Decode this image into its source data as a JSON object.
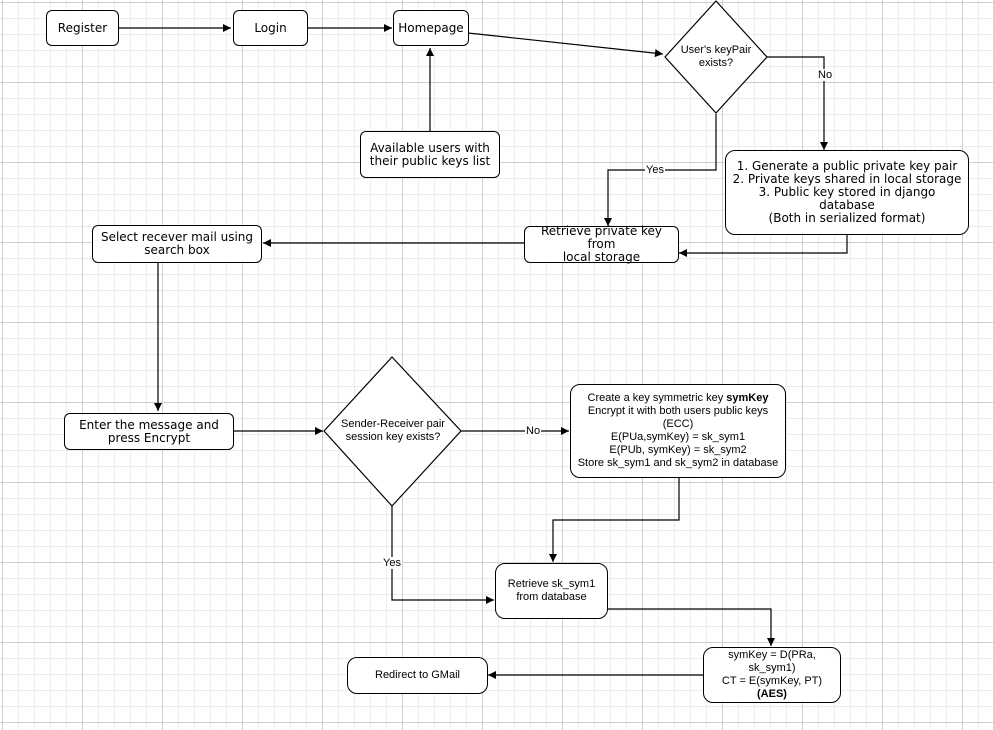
{
  "nodes": {
    "register": "Register",
    "login": "Login",
    "homepage": "Homepage",
    "available_users": [
      "Available users with",
      "their public keys list"
    ],
    "keypair_decision": [
      "User's keyPair",
      "exists?"
    ],
    "generate": [
      "1. Generate a public private key pair",
      "2. Private keys shared in local storage",
      "3. Public key stored in django database",
      "(Both in serialized format)"
    ],
    "retrieve_private": [
      "Retrieve private key from",
      "local storage"
    ],
    "select_receiver": [
      "Select recever mail using",
      "search box"
    ],
    "enter_message": [
      "Enter the message and",
      "press Encrypt"
    ],
    "session_decision": [
      "Sender-Receiver pair",
      "session key exists?"
    ],
    "create_key": {
      "line1_prefix": "Create a key symmetric key ",
      "line1_bold": "symKey",
      "line2": "Encrypt it with both users public keys",
      "line3": "(ECC)",
      "line4": "E(PUa,symKey) = sk_sym1",
      "line5": "E(PUb, symKey) = sk_sym2",
      "line6": "Store sk_sym1 and sk_sym2 in database"
    },
    "retrieve_sym": [
      "Retrieve sk_sym1",
      "from database"
    ],
    "decrypt": {
      "line1": "symKey = D(PRa,",
      "line2": "sk_sym1)",
      "line3": "CT = E(symKey, PT)",
      "line4": "(AES)"
    },
    "redirect": "Redirect to GMail"
  },
  "edge_labels": {
    "keypair_no": "No",
    "keypair_yes": "Yes",
    "session_no": "No",
    "session_yes": "Yes"
  }
}
